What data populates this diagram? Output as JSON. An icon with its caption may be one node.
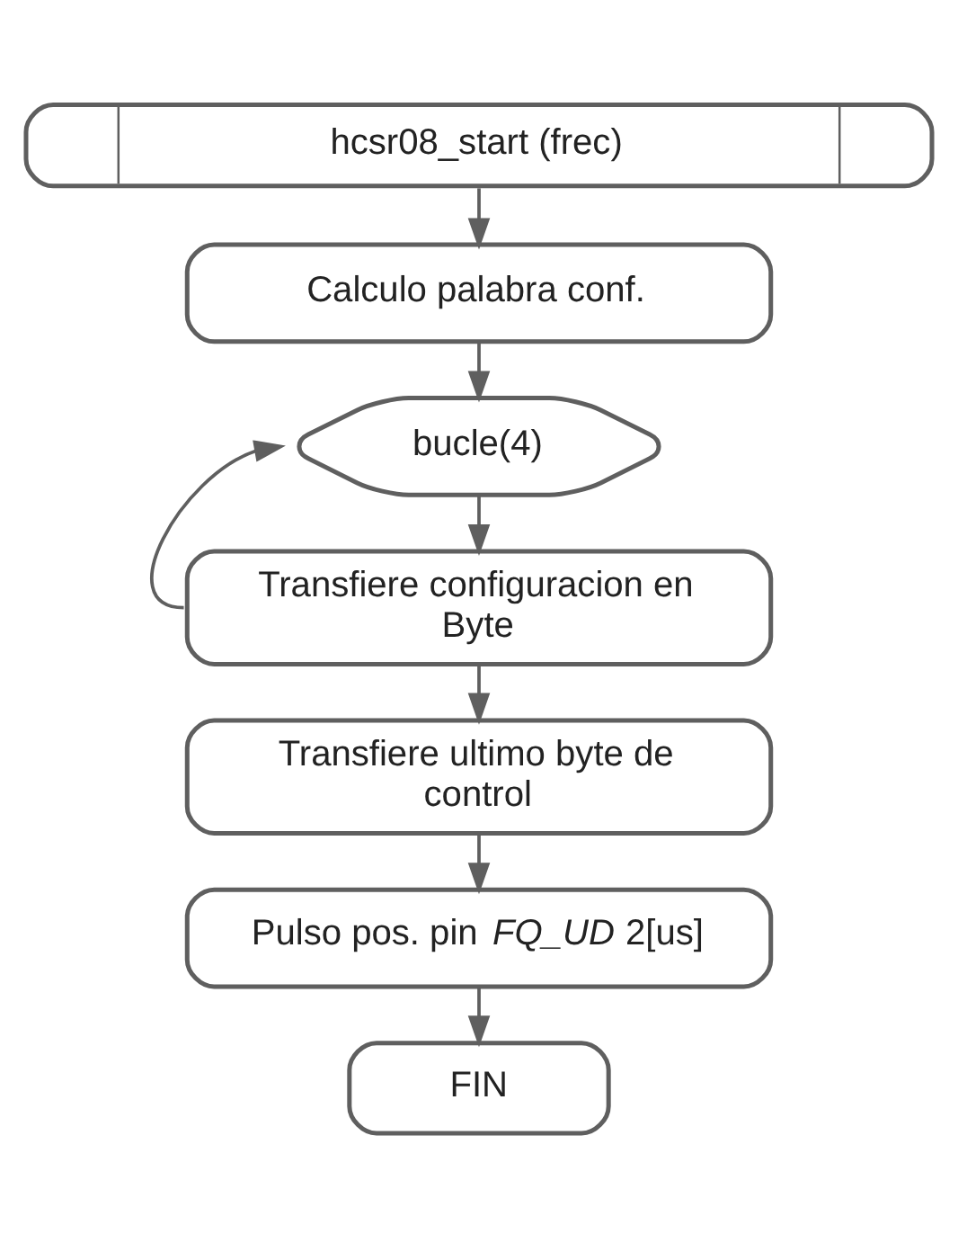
{
  "diagram": {
    "nodes": [
      {
        "text": [
          "hcsr08_start (frec)"
        ]
      },
      {
        "text": [
          "Calculo palabra conf."
        ]
      },
      {
        "text": [
          "bucle(4)"
        ]
      },
      {
        "text": [
          "Transfiere configuracion en Byte"
        ]
      },
      {
        "text": [
          "Transfiere ultimo byte de control"
        ]
      },
      {
        "text": [
          "Pulso pos. pin *FQ_UD* 2[us]"
        ]
      },
      {
        "text": [
          "FIN"
        ]
      }
    ],
    "edges": [
      {
        "from": 0,
        "to": 1,
        "arrow": "to"
      },
      {
        "from": 1,
        "to": 2,
        "arrow": "to"
      },
      {
        "from": 2,
        "to": 3,
        "arrow": "to"
      },
      {
        "from": 3,
        "to": 2,
        "arrow": "to"
      },
      {
        "from": 3,
        "to": 4,
        "arrow": "to"
      },
      {
        "from": 4,
        "to": 5,
        "arrow": "to"
      },
      {
        "from": 5,
        "to": 6,
        "arrow": "to"
      }
    ]
  }
}
